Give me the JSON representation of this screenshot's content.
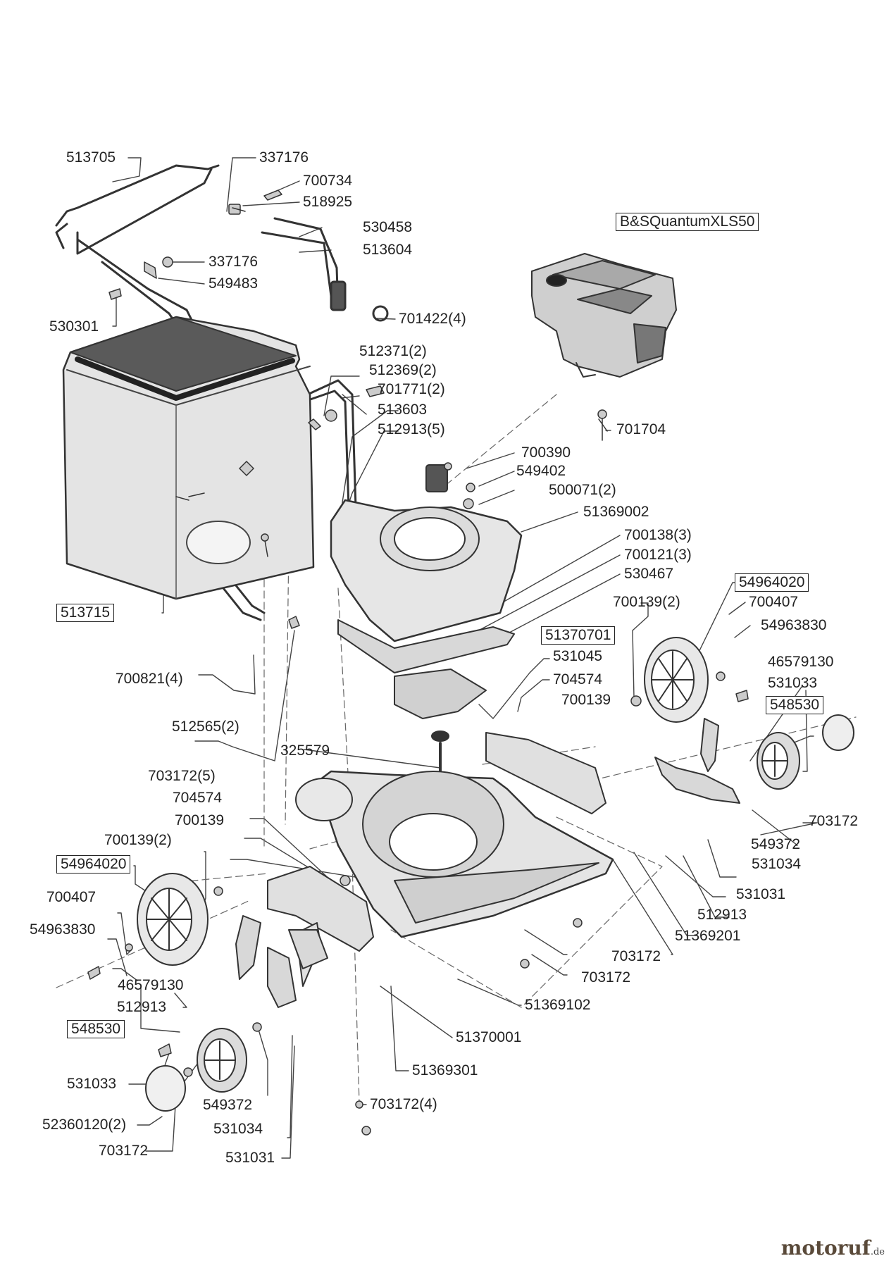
{
  "site": {
    "brand": "motoruf",
    "tld": ".de"
  },
  "engine_box": "B&SQuantumXLS50",
  "labels": {
    "p513705": "513705",
    "p337176a": "337176",
    "p700734": "700734",
    "p518925": "518925",
    "p530458": "530458",
    "p513604": "513604",
    "p337176b": "337176",
    "p549483": "549483",
    "p530301": "530301",
    "p701422": "701422(4)",
    "p512371": "512371(2)",
    "p512369": "512369(2)",
    "p701771": "701771(2)",
    "p513603": "513603",
    "p512913_5": "512913(5)",
    "p701704": "701704",
    "p700390": "700390",
    "p549402": "549402",
    "p500071": "500071(2)",
    "p51369002": "51369002",
    "p700138": "700138(3)",
    "p700121": "700121(3)",
    "p530467": "530467",
    "p513715": "513715",
    "p54964020r": "54964020",
    "p700139_2r": "700139(2)",
    "p700407r": "700407",
    "p54963830r": "54963830",
    "p51370701": "51370701",
    "p531045": "531045",
    "p46579130r": "46579130",
    "p704574r": "704574",
    "p531033r": "531033",
    "p700139r": "700139",
    "p548530r": "548530",
    "p700821": "700821(4)",
    "p512565": "512565(2)",
    "p325579": "325579",
    "p703172_5": "703172(5)",
    "p704574l": "704574",
    "p700139l": "700139",
    "p703172r1": "703172",
    "p549372r": "549372",
    "p531034r": "531034",
    "p531031r": "531031",
    "p512913r": "512913",
    "p51369201": "51369201",
    "p700139_2l": "700139(2)",
    "p54964020l": "54964020",
    "p700407l": "700407",
    "p54963830l": "54963830",
    "p703172a": "703172",
    "p703172b": "703172",
    "p46579130l": "46579130",
    "p512913l": "512913",
    "p51369102": "51369102",
    "p548530l": "548530",
    "p51370001": "51370001",
    "p531033l": "531033",
    "p51369301": "51369301",
    "p549372l": "549372",
    "p703172_4": "703172(4)",
    "p52360120": "52360120(2)",
    "p531034l": "531034",
    "p703172l": "703172",
    "p531031l": "531031"
  }
}
